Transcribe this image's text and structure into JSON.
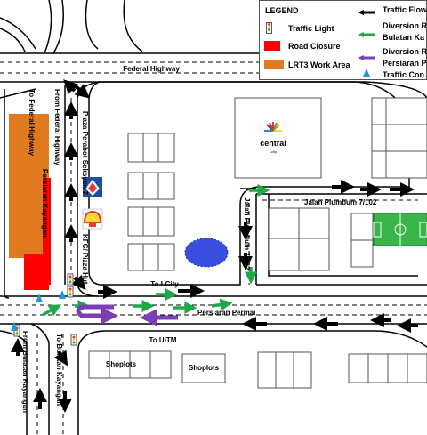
{
  "roads": {
    "federal_highway": "Federal Highway",
    "to_federal_highway": "To Federal Highway",
    "from_federal_highway": "From Federal Highway",
    "persiaran_kayangan": "Persiaran Kayangan",
    "to_icity": "To I-City",
    "persiaran_permai": "Persiaran Permai",
    "to_uitm": "To UiTM",
    "jalan_plumbum_7102_top": "Jalan Plumbum 7/102",
    "jalan_plumbum_7102_vertical": "Jalan Plumbum 7/102",
    "from_bulatan_kayangan": "From Bulatan Kayangan",
    "to_bulatan_kayangan": "To Bulatan Kayangan"
  },
  "places": {
    "plaza_perabot": "Plaza Perabot Seksyen 7",
    "kfc_pizza_hut": "KFC/ Pizza Hut",
    "shoplots_left": "Shoplots",
    "shoplots_right": "Shoplots",
    "central_logo_main": "central",
    "central_logo_sub": "i-city"
  },
  "legend": {
    "title": "LEGEND",
    "traffic_light": "Traffic Light",
    "road_closure": "Road Closure",
    "lrt3_work_area": "LRT3 Work Area",
    "traffic_flow": "Traffic Flow",
    "diversion_1": "Diversion R",
    "diversion_1_line2": "Bulatan Ka",
    "diversion_2": "Diversion R",
    "diversion_2_line2": "Persiaran P",
    "traffic_con": "Traffic Con"
  },
  "colors": {
    "road_closure": "#ff0000",
    "lrt3_work_area": "#e07a1e",
    "traffic_flow_arrow": "#000000",
    "diversion_green": "#1ea84a",
    "diversion_purple": "#7b3fb5",
    "pond": "#3a4fe0",
    "football_field": "#39b54a",
    "cone": "#1e9bd7"
  }
}
